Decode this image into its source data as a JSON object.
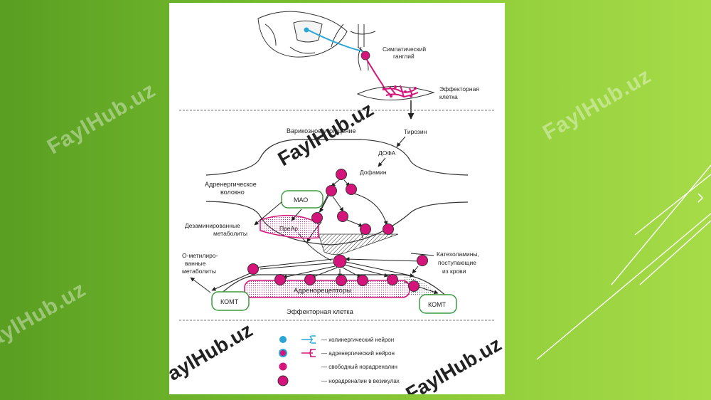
{
  "labels": {
    "ganglion": [
      "Симпатический",
      "ганглий"
    ],
    "effector_cell_top": [
      "Эффекторная",
      "клетка"
    ],
    "varicosity": "Варикозное утолщение",
    "tyrosine": "Тирозин",
    "dopa": "ДОФА",
    "dopamine": "Дофамин",
    "fiber": [
      "Адренергическое",
      "волокно"
    ],
    "mao": "МАО",
    "deaminated": [
      "Дезаминированные",
      "метаболиты"
    ],
    "prear": "ПреАр",
    "catecholamines": [
      "Катехоламины,",
      "поступающие",
      "из крови"
    ],
    "omethyl": [
      "О-метилиро-",
      "ванные",
      "метаболиты"
    ],
    "receptors": "Адренорецепторы",
    "komt_left": "КОМТ",
    "komt_right": "КОМТ",
    "effector_cell_bottom": "Эффекторная клетка"
  },
  "legend": [
    {
      "text": "— холинергический нейрон",
      "symbol": "cholinergic"
    },
    {
      "text": "— адренергический нейрон",
      "symbol": "adrenergic"
    },
    {
      "text": "— свободный норадреналин",
      "symbol": "free"
    },
    {
      "text": "— норадреналин в везикулах",
      "symbol": "vesicle"
    }
  ],
  "watermark": "FaylHub.uz",
  "colors": {
    "magenta": "#d4147a",
    "cyan": "#2aa6d6",
    "green": "#3c9a40",
    "outline": "#333333"
  }
}
